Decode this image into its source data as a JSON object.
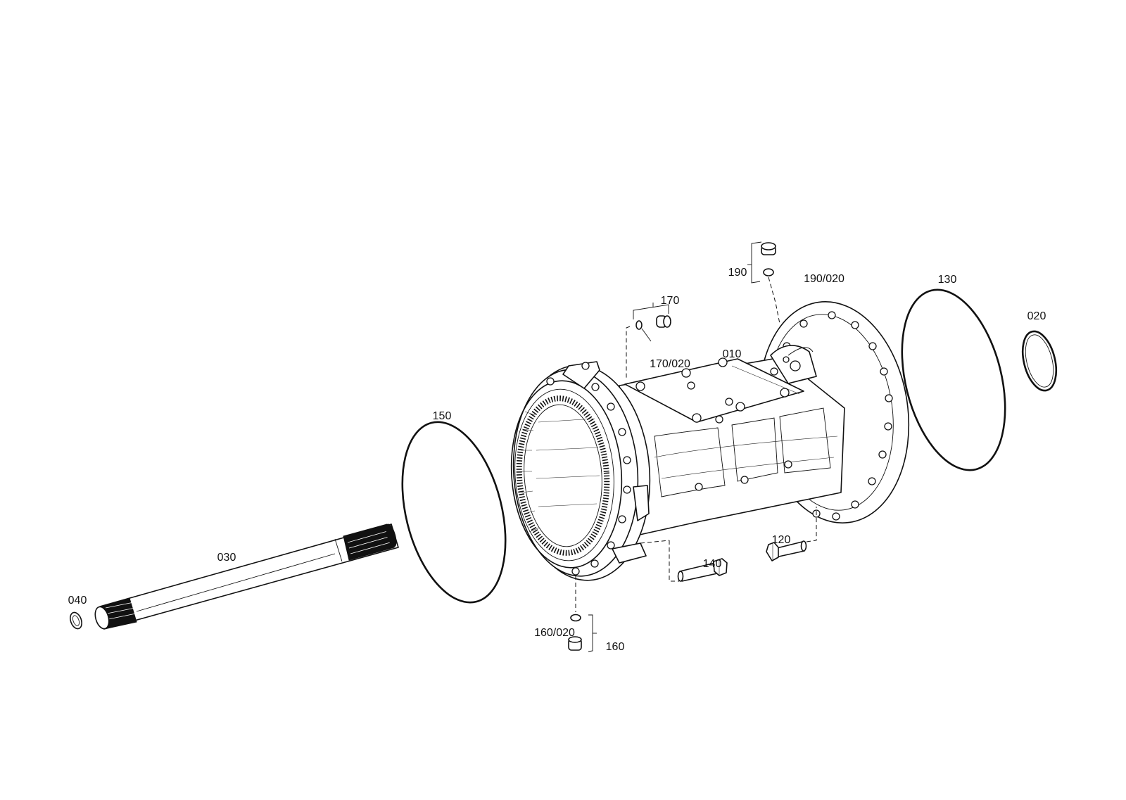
{
  "diagram": {
    "labels": {
      "housing": "010",
      "seal_ring_small": "020",
      "axle_shaft": "030",
      "shaft_washer": "040",
      "hex_bolt_right": "120",
      "o_ring_right": "130",
      "hex_bolt_left": "140",
      "o_ring_left": "150",
      "plug_bottom": "160",
      "plug_bottom_seal": "160/020",
      "plug_top": "170",
      "plug_top_seal": "170/020",
      "breather": "190",
      "breather_seal": "190/020"
    }
  }
}
